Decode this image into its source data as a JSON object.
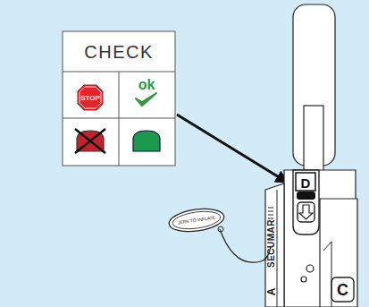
{
  "diagram": {
    "labels": [
      "CHECK",
      "STOP",
      "ok",
      "D",
      "JERK TO INFLATE",
      "SECUMAR",
      "A",
      "C"
    ]
  }
}
